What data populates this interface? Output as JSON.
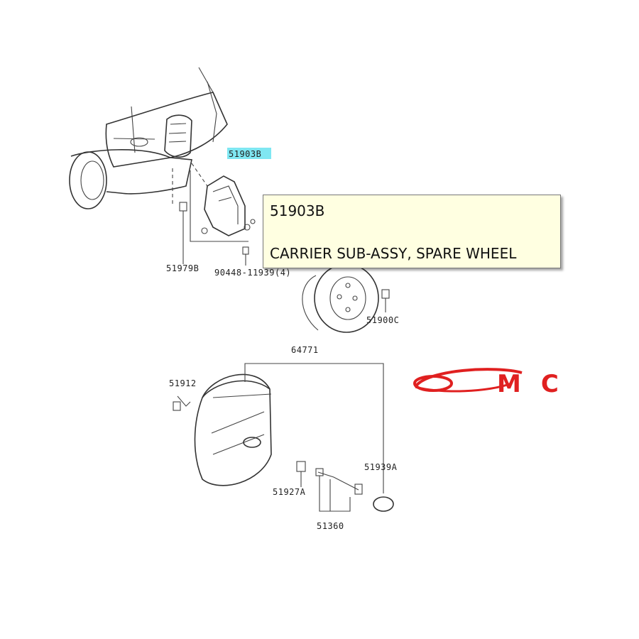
{
  "highlighted_part": "51903B",
  "callouts": [
    {
      "id": "51903B",
      "text": "51903B"
    },
    {
      "id": "51979B",
      "text": "51979B"
    },
    {
      "id": "90448-11939",
      "text": "90448-11939(4)"
    },
    {
      "id": "51900C",
      "text": "51900C"
    },
    {
      "id": "64771",
      "text": "64771"
    },
    {
      "id": "51912",
      "text": "51912"
    },
    {
      "id": "51939A",
      "text": "51939A"
    },
    {
      "id": "51927A",
      "text": "51927A"
    },
    {
      "id": "51360",
      "text": "51360"
    }
  ],
  "tooltip": {
    "code": "51903B",
    "description": "CARRIER SUB-ASSY, SPARE WHEEL"
  },
  "watermark": {
    "text": "MC",
    "color": "#e02020"
  }
}
